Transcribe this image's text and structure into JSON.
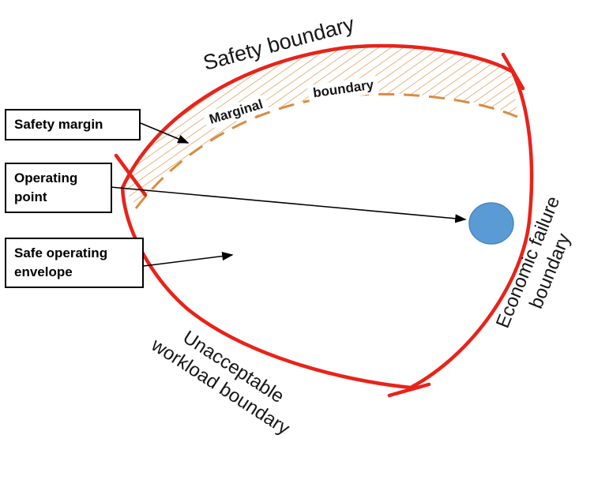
{
  "diagram": {
    "labels": {
      "safety_boundary": "Safety boundary",
      "marginal_word1": "Marginal",
      "marginal_word2": "boundary",
      "economic_line1": "Economic failure",
      "economic_line2": "boundary",
      "workload_line1": "Unacceptable",
      "workload_line2": "workload boundary"
    },
    "callouts": {
      "safety_margin": "Safety margin",
      "operating_line1": "Operating",
      "operating_line2": "point",
      "envelope_line1": "Safe operating",
      "envelope_line2": "envelope"
    },
    "colors": {
      "boundary_red": "#e8231a",
      "marginal_orange": "#d98c3f",
      "operating_point_blue": "#5b9bd5",
      "text_black": "#161616"
    }
  }
}
